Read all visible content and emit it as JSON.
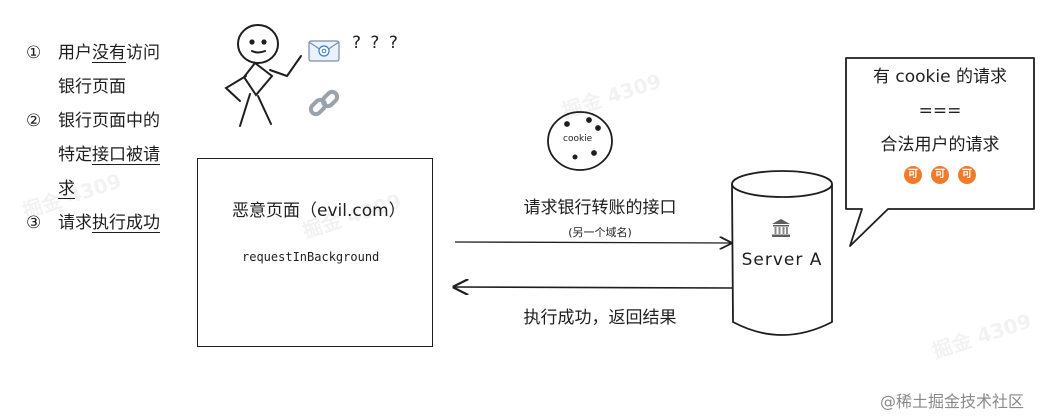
{
  "steps": [
    {
      "num": "①",
      "text_a": "用户",
      "text_u": "没有",
      "text_b": "访问",
      "text_c": "银行页面"
    },
    {
      "num": "②",
      "text_a": "银行页面中的",
      "text_b": "特定",
      "text_u": "接口被请",
      "text_u2": "求"
    },
    {
      "num": "③",
      "text_a": "请求",
      "text_u": "执行成功"
    }
  ],
  "user": {
    "question_marks": "? ? ?",
    "mail_icon": "mail-at-icon",
    "link_icon": "link-icon"
  },
  "cookie": {
    "label": "cookie"
  },
  "malicious_page": {
    "title": "恶意页面（evil.com）",
    "code": "requestInBackground"
  },
  "request": {
    "label": "请求银行转账的接口",
    "sublabel": "(另一个域名)"
  },
  "response": {
    "label": "执行成功，返回结果"
  },
  "server": {
    "label": "Server A",
    "icon": "bank-icon"
  },
  "bubble": {
    "line1": "有 cookie 的请求",
    "line2": "===",
    "line3": "合法用户的请求",
    "badge": "可"
  },
  "watermarks": [
    "掘金 4309",
    "掘金 4309",
    "掘金 4309",
    "掘金 4309"
  ],
  "footer": {
    "brand": "@稀土掘金技术社区"
  },
  "colors": {
    "stroke": "#1e1e1e",
    "badge": "#f07c2a"
  }
}
